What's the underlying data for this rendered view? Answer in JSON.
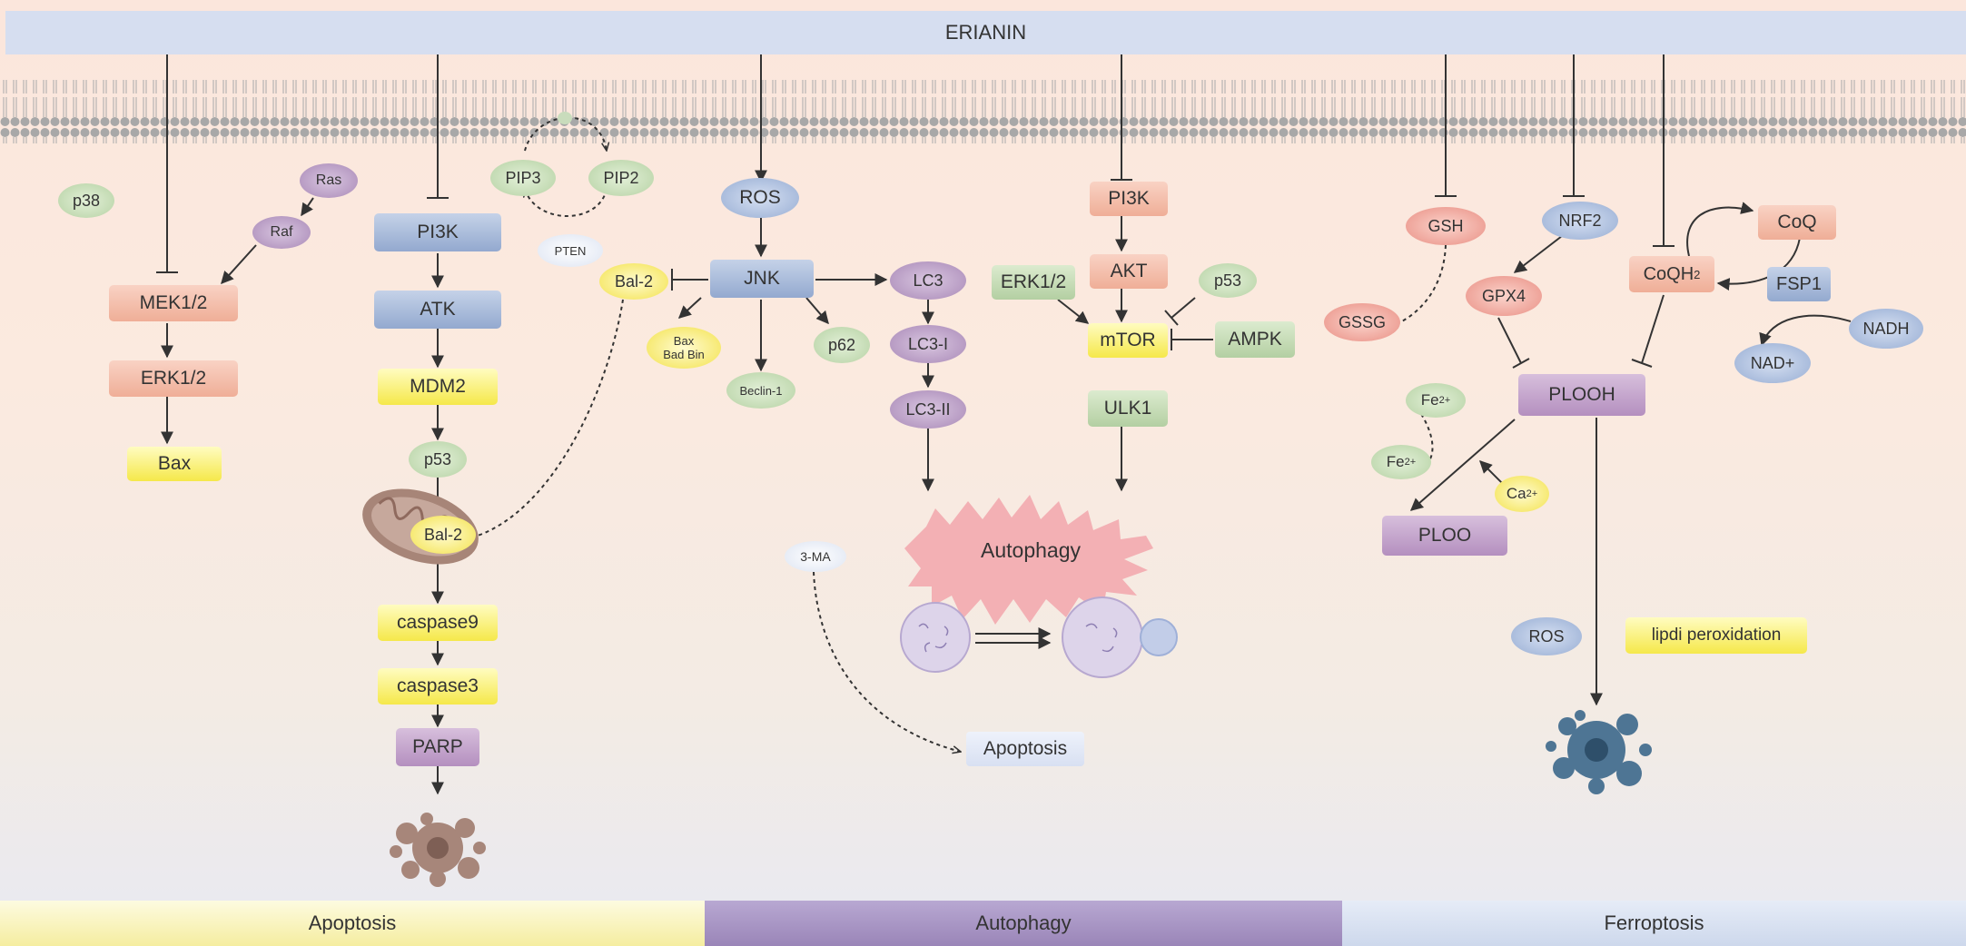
{
  "header": {
    "title": "ERIANIN"
  },
  "apoptosis_pathway": {
    "p38": "p38",
    "ras": "Ras",
    "raf": "Raf",
    "mek": "MEK1/2",
    "erk": "ERK1/2",
    "bax": "Bax",
    "pi3k": "PI3K",
    "atk": "ATK",
    "mdm2": "MDM2",
    "p53": "p53",
    "bal2_mito": "Bal-2",
    "caspase9": "caspase9",
    "caspase3": "caspase3",
    "parp": "PARP",
    "pip3": "PIP3",
    "pip2": "PIP2",
    "pten": "PTEN"
  },
  "autophagy_pathway": {
    "ros": "ROS",
    "jnk": "JNK",
    "bal2": "Bal-2",
    "bax_bad_line1": "Bax",
    "bax_bad_line2": "Bad Bin",
    "beclin": "Beclin-1",
    "p62": "p62",
    "lc3": "LC3",
    "lc3_1": "LC3-I",
    "lc3_2": "LC3-II",
    "three_ma": "3-MA",
    "apoptosis": "Apoptosis",
    "autophagy": "Autophagy",
    "pi3k": "PI3K",
    "akt": "AKT",
    "erk": "ERK1/2",
    "p53": "p53",
    "mtor": "mTOR",
    "ampk": "AMPK",
    "ulk1": "ULK1"
  },
  "ferroptosis_pathway": {
    "gsh": "GSH",
    "gssg": "GSSG",
    "nrf2": "NRF2",
    "gpx4": "GPX4",
    "coqh2": "CoQH",
    "coqh2_sub": "2",
    "coq": "CoQ",
    "fsp1": "FSP1",
    "nadh": "NADH",
    "nadplus": "NAD+",
    "plooh": "PLOOH",
    "ploo": "PLOO",
    "fe_a": "Fe",
    "fe_b": "Fe",
    "fe_sup": "2+",
    "ca": "Ca",
    "ca_sup": "2+",
    "ros": "ROS",
    "lipid": "lipdi peroxidation"
  },
  "footer": {
    "apoptosis": "Apoptosis",
    "autophagy": "Autophagy",
    "ferroptosis": "Ferroptosis"
  },
  "colors": {
    "apoptosis_band": "#f7f0a8",
    "autophagy_band": "#9a85b8",
    "ferroptosis_band": "#d3ddee"
  }
}
